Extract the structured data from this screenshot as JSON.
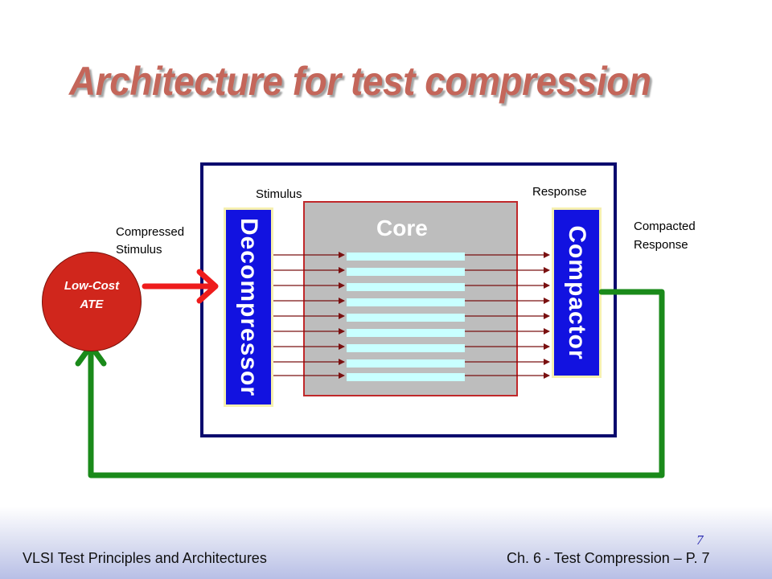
{
  "slide": {
    "title": "Architecture for test compression"
  },
  "diagram": {
    "ate": {
      "line1": "Low-Cost",
      "line2": "ATE"
    },
    "compressed_stimulus": {
      "line1": "Compressed",
      "line2": "Stimulus"
    },
    "stimulus": "Stimulus",
    "response": "Response",
    "compacted_response": {
      "line1": "Compacted",
      "line2": "Response"
    },
    "decompressor": "Decompressor",
    "core": "Core",
    "compactor": "Compactor",
    "colors": {
      "chip_border": "#0a0a6e",
      "core_border": "#c0282a",
      "block_fill": "#1212e0",
      "scan_chain": "#c8ffff",
      "ate_fill": "#d0261c",
      "input_arrow": "#ee1c1c",
      "feedback_path": "#1a8a1a",
      "chain_arrow": "#7a1010",
      "title": "#c4665a"
    }
  },
  "footer": {
    "left": "VLSI Test Principles and Architectures",
    "right": "Ch. 6 - Test Compression – P. 7",
    "page_number": "7"
  }
}
